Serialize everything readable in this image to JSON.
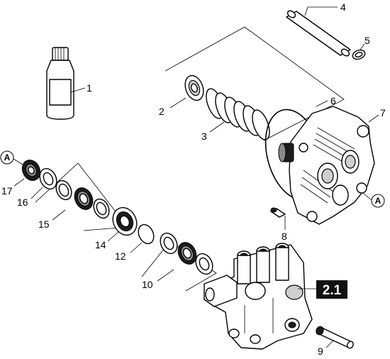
{
  "callouts": [
    {
      "id": "1",
      "text": "1"
    },
    {
      "id": "2",
      "text": "2"
    },
    {
      "id": "3",
      "text": "3"
    },
    {
      "id": "4",
      "text": "4"
    },
    {
      "id": "5",
      "text": "5"
    },
    {
      "id": "6",
      "text": "6"
    },
    {
      "id": "7",
      "text": "7"
    },
    {
      "id": "8",
      "text": "8"
    },
    {
      "id": "9",
      "text": "9"
    },
    {
      "id": "10",
      "text": "10"
    },
    {
      "id": "12",
      "text": "12"
    },
    {
      "id": "14",
      "text": "14"
    },
    {
      "id": "15",
      "text": "15"
    },
    {
      "id": "16",
      "text": "16"
    },
    {
      "id": "17",
      "text": "17"
    }
  ],
  "reference_marks": {
    "left": "A",
    "right": "A"
  },
  "badge": "2.1"
}
